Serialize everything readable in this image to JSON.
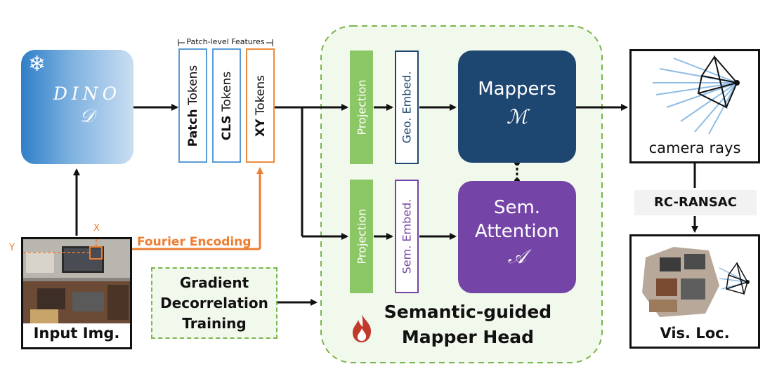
{
  "dino": {
    "name": "DINO",
    "symbol": "𝒟",
    "icon": "snowflake-icon"
  },
  "features_label": "Patch-level Features",
  "tokens": {
    "patch": {
      "bold": "Patch",
      "rest": " Tokens"
    },
    "cls": {
      "bold": "CLS",
      "rest": " Tokens"
    },
    "xy": {
      "bold": "XY",
      "rest": " Tokens"
    }
  },
  "head": {
    "projection_top": "Projection",
    "projection_bottom": "Projection",
    "geo_embed": "Geo. Embed.",
    "sem_embed": "Sem. Embed.",
    "mappers": {
      "title": "Mappers",
      "symbol": "ℳ"
    },
    "attention": {
      "line1": "Sem.",
      "line2": "Attention",
      "symbol": "𝒜"
    },
    "title_line1": "Semantic-guided",
    "title_line2": "Mapper Head",
    "icon": "fire-icon"
  },
  "input": {
    "caption": "Input Img.",
    "x_label": "X",
    "y_label": "Y"
  },
  "fourier_label": "Fourier Encoding",
  "gdt": {
    "line1": "Gradient",
    "line2": "Decorrelation",
    "line3": "Training"
  },
  "camera": {
    "caption": "camera rays"
  },
  "ransac": "RC-RANSAC",
  "visloc": {
    "caption": "Vis. Loc."
  },
  "colors": {
    "dino_gradient_start": "#2f7fc8",
    "dino_gradient_end": "#c9def2",
    "token_border_blue": "#5b9bd5",
    "token_border_orange": "#ed8b3d",
    "projection_green": "#8bc865",
    "mappers_navy": "#1d4670",
    "attention_purple": "#7444a6",
    "head_background": "#f1f8ec",
    "head_dash": "#7bb54c",
    "fourier_orange": "#ed7d31"
  }
}
